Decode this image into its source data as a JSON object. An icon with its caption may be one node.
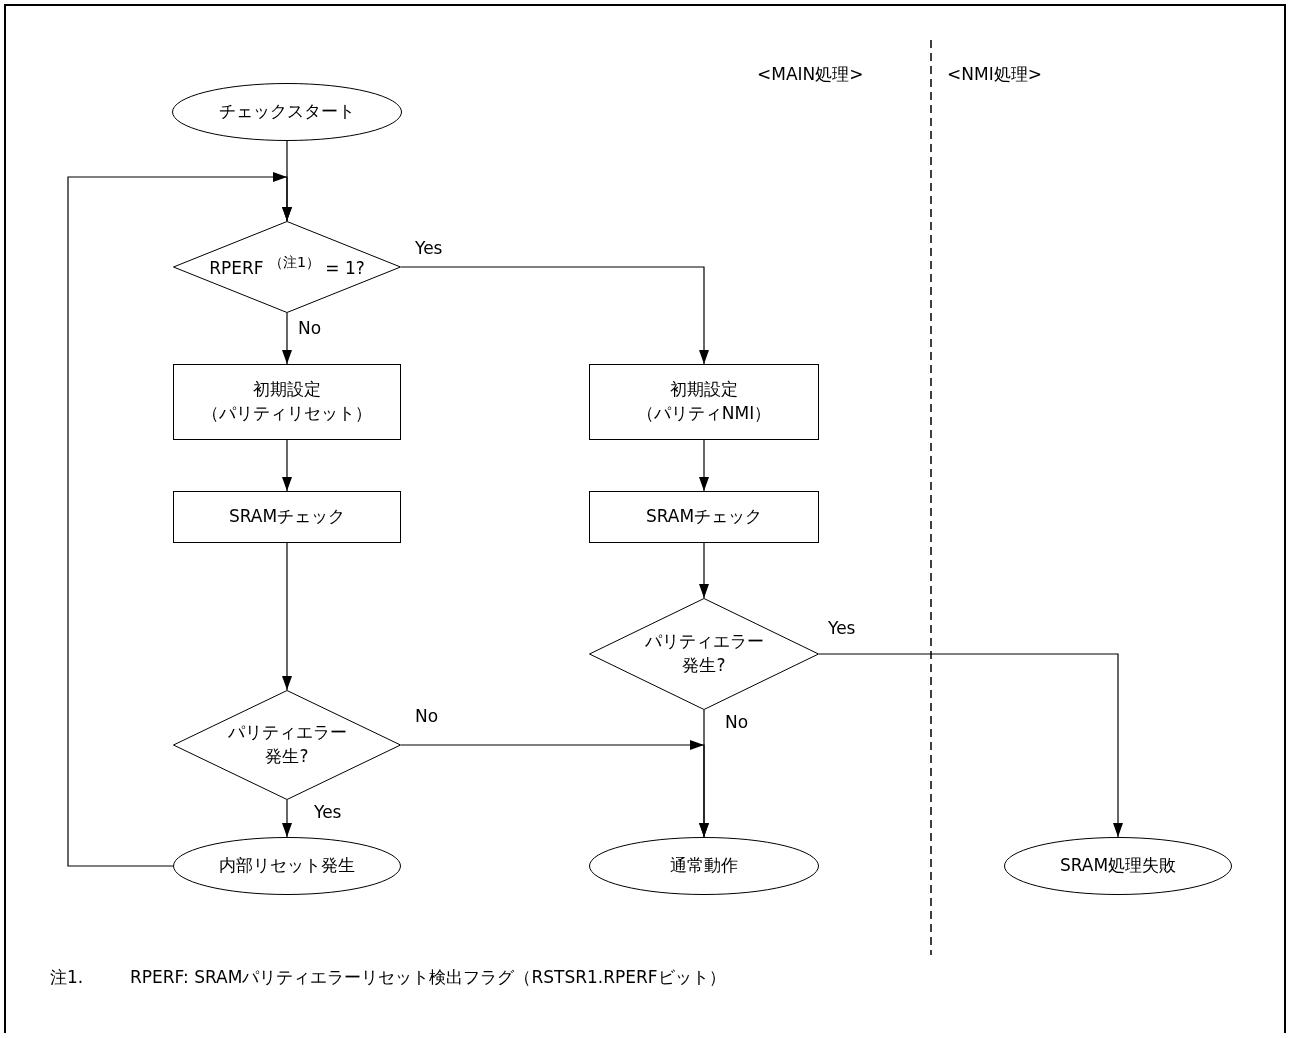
{
  "diagram": {
    "nodes": [
      {
        "text": [
          "チェックスタート"
        ]
      },
      {
        "text": [
          "RPERF $^{（注1）}$ = 1?"
        ]
      },
      {
        "text": [
          "初期設定（パリティリセット）"
        ]
      },
      {
        "text": [
          "SRAMチェック"
        ]
      },
      {
        "text": [
          "パリティエラー発生?"
        ]
      },
      {
        "text": [
          "内部リセット発生"
        ]
      },
      {
        "text": [
          "初期設定（パリティNMI）"
        ]
      },
      {
        "text": [
          "SRAMチェック"
        ]
      },
      {
        "text": [
          "パリティエラー発生?"
        ]
      },
      {
        "text": [
          "通常動作"
        ]
      },
      {
        "text": [
          "SRAM処理失敗"
        ]
      }
    ],
    "edges": [
      {
        "from": 0,
        "to": 1,
        "arrow": "to"
      },
      {
        "from": 1,
        "to": 6,
        "arrow": "to",
        "label": "Yes"
      },
      {
        "from": 1,
        "to": 2,
        "arrow": "to",
        "label": "No"
      },
      {
        "from": 2,
        "to": 3,
        "arrow": "to"
      },
      {
        "from": 3,
        "to": 4,
        "arrow": "to"
      },
      {
        "from": 4,
        "to": 5,
        "arrow": "to",
        "label": "Yes"
      },
      {
        "from": 5,
        "to": 1,
        "arrow": "to"
      },
      {
        "from": 6,
        "to": 7,
        "arrow": "to"
      },
      {
        "from": 7,
        "to": 8,
        "arrow": "to"
      },
      {
        "from": 8,
        "to": 10,
        "arrow": "to",
        "label": "Yes"
      },
      {
        "from": 8,
        "to": 9,
        "arrow": "to",
        "label": "No"
      },
      {
        "from": 4,
        "to": 9,
        "arrow": "to",
        "label": "No"
      }
    ],
    "labels": [
      "<MAIN処理>",
      "<NMI処理>",
      "注1.",
      "RPERF: SRAMパリティエラーリセット検出フラグ（RSTSR1.RPERFビット）"
    ]
  }
}
